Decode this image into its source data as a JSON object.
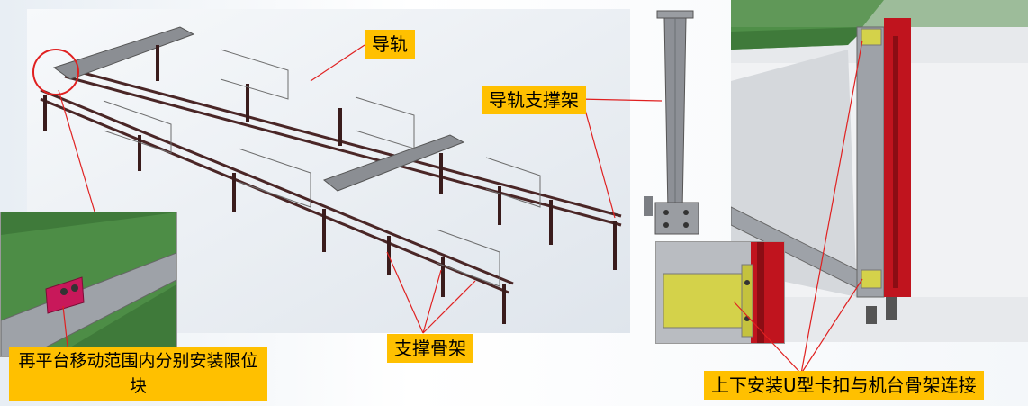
{
  "labels": {
    "guide_rail": "导轨",
    "rail_support": "导轨支撑架",
    "support_frame": "支撑骨架",
    "limit_block": "再平台移动范围内分别安装限位块",
    "u_clip": "上下安装U型卡扣与机台骨架连接"
  },
  "colors": {
    "label_bg": "#ffc000",
    "arrow": "#e02020",
    "steel_dark": "#5a2a2a",
    "steel_gray": "#8a8d92",
    "green": "#3f7a3a",
    "red_profile": "#c0141e",
    "yellow_clip": "#d4d24a",
    "magenta_block": "#c8185a"
  }
}
